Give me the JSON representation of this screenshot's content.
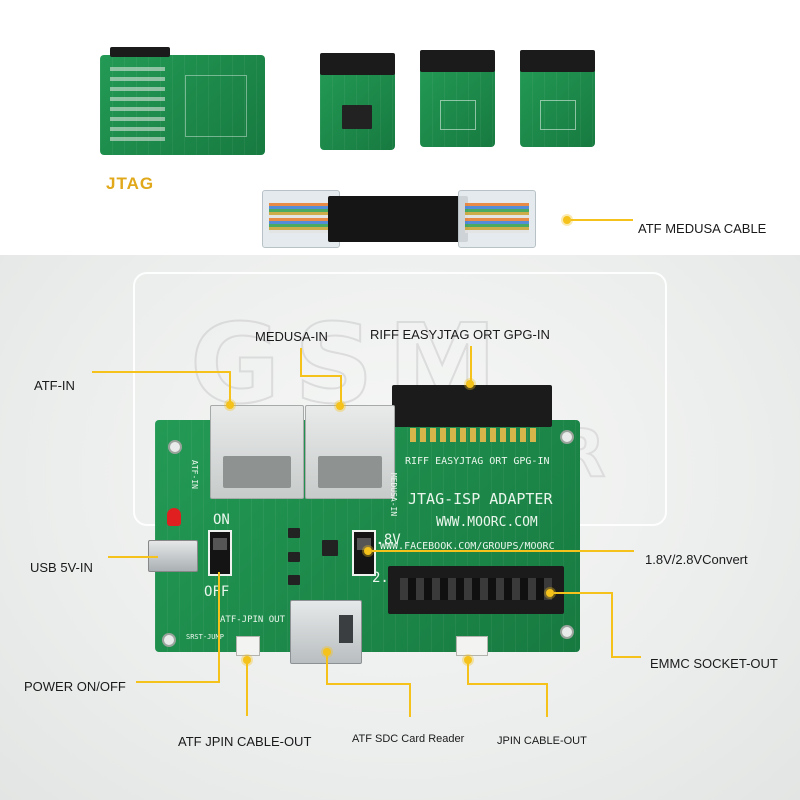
{
  "labels": {
    "jtag": "JTAG",
    "atf_medusa_cable": "ATF MEDUSA CABLE",
    "medusa_in": "MEDUSA-IN",
    "riff_in": "RIFF EASYJTAG ORT GPG-IN",
    "atf_in": "ATF-IN",
    "usb_in": "USB 5V-IN",
    "convert": "1.8V/2.8VConvert",
    "power": "POWER ON/OFF",
    "emmc": "EMMC SOCKET-OUT",
    "atf_jpin": "ATF JPIN CABLE-OUT",
    "sdc": "ATF SDC Card Reader",
    "jpin": "JPIN CABLE-OUT"
  },
  "silkscreen": {
    "riff": "RIFF EASYJTAG ORT GPG-IN",
    "title": "JTAG-ISP ADAPTER",
    "url": "WWW.MOORC.COM",
    "facebook": "WWW.FACEBOOK.COM/GROUPS/MOORC",
    "on": "ON",
    "off": "OFF",
    "v18": "1.8V",
    "v2": "2.",
    "atf_jpin_out": "ATF-JPIN OUT",
    "srst": "SRST-JUMP",
    "medusa_in": "MEDUSA-IN",
    "atf_in": "ATF-IN"
  },
  "colors": {
    "callout": "#f4c21a",
    "jtag_title": "#e0a81a",
    "pcb": "#1f8a4c"
  }
}
